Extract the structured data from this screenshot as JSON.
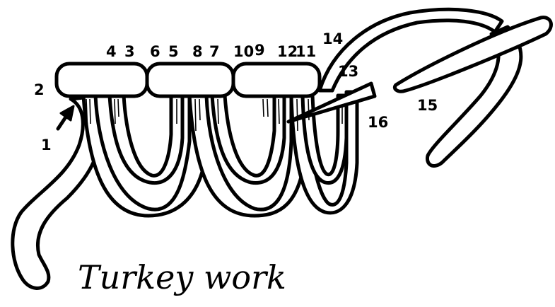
{
  "caption": "Turkey work",
  "labels": {
    "n1": "1",
    "n2": "2",
    "n3": "3",
    "n4": "4",
    "n5": "5",
    "n6": "6",
    "n7": "7",
    "n8": "8",
    "n9": "9",
    "n10": "10",
    "n11": "11",
    "n12": "12",
    "n13": "13",
    "n14": "14",
    "n15": "15",
    "n16": "16"
  },
  "colors": {
    "ink": "#000000",
    "yarn": "#ffffff",
    "paper": "#ffffff"
  },
  "icons": {
    "arrow": "arrow-icon",
    "needle": "needle-icon"
  }
}
